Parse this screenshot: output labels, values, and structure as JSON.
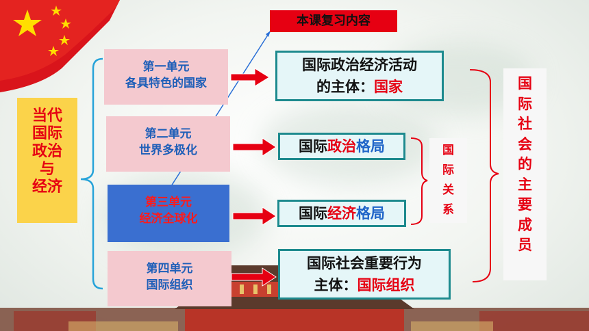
{
  "title": "本课复习内容",
  "core": [
    "当代",
    "国际",
    "政治",
    "与",
    "经济"
  ],
  "units": [
    {
      "title": "第一单元",
      "subtitle": "各具特色的国家"
    },
    {
      "title": "第二单元",
      "subtitle": "世界多极化"
    },
    {
      "title": "第三单元",
      "subtitle": "经济全球化"
    },
    {
      "title": "第四单元",
      "subtitle": "国际组织"
    }
  ],
  "results": {
    "r1": {
      "line1": "国际政治经济活动",
      "line2_prefix": "的主体：",
      "line2_highlight": "国家"
    },
    "r2": {
      "prefix": "国际",
      "highlight": "政治",
      "suffix": "格局"
    },
    "r3": {
      "prefix": "国际",
      "highlight": "经济",
      "suffix": "格局"
    },
    "r4": {
      "line1": "国际社会重要行为",
      "line2_prefix": "主体：",
      "line2_highlight": "国际组织"
    }
  },
  "side_small": [
    "国",
    "际",
    "关",
    "系"
  ],
  "side_big": [
    "国",
    "际",
    "社",
    "会",
    "的",
    "主",
    "要",
    "成",
    "员"
  ],
  "colors": {
    "accent_red": "#e60012",
    "teal": "#1d8a8e",
    "unit_pink": "#f4c9cf",
    "unit_active": "#3a6fd0",
    "core_yellow": "#fbd34a"
  }
}
